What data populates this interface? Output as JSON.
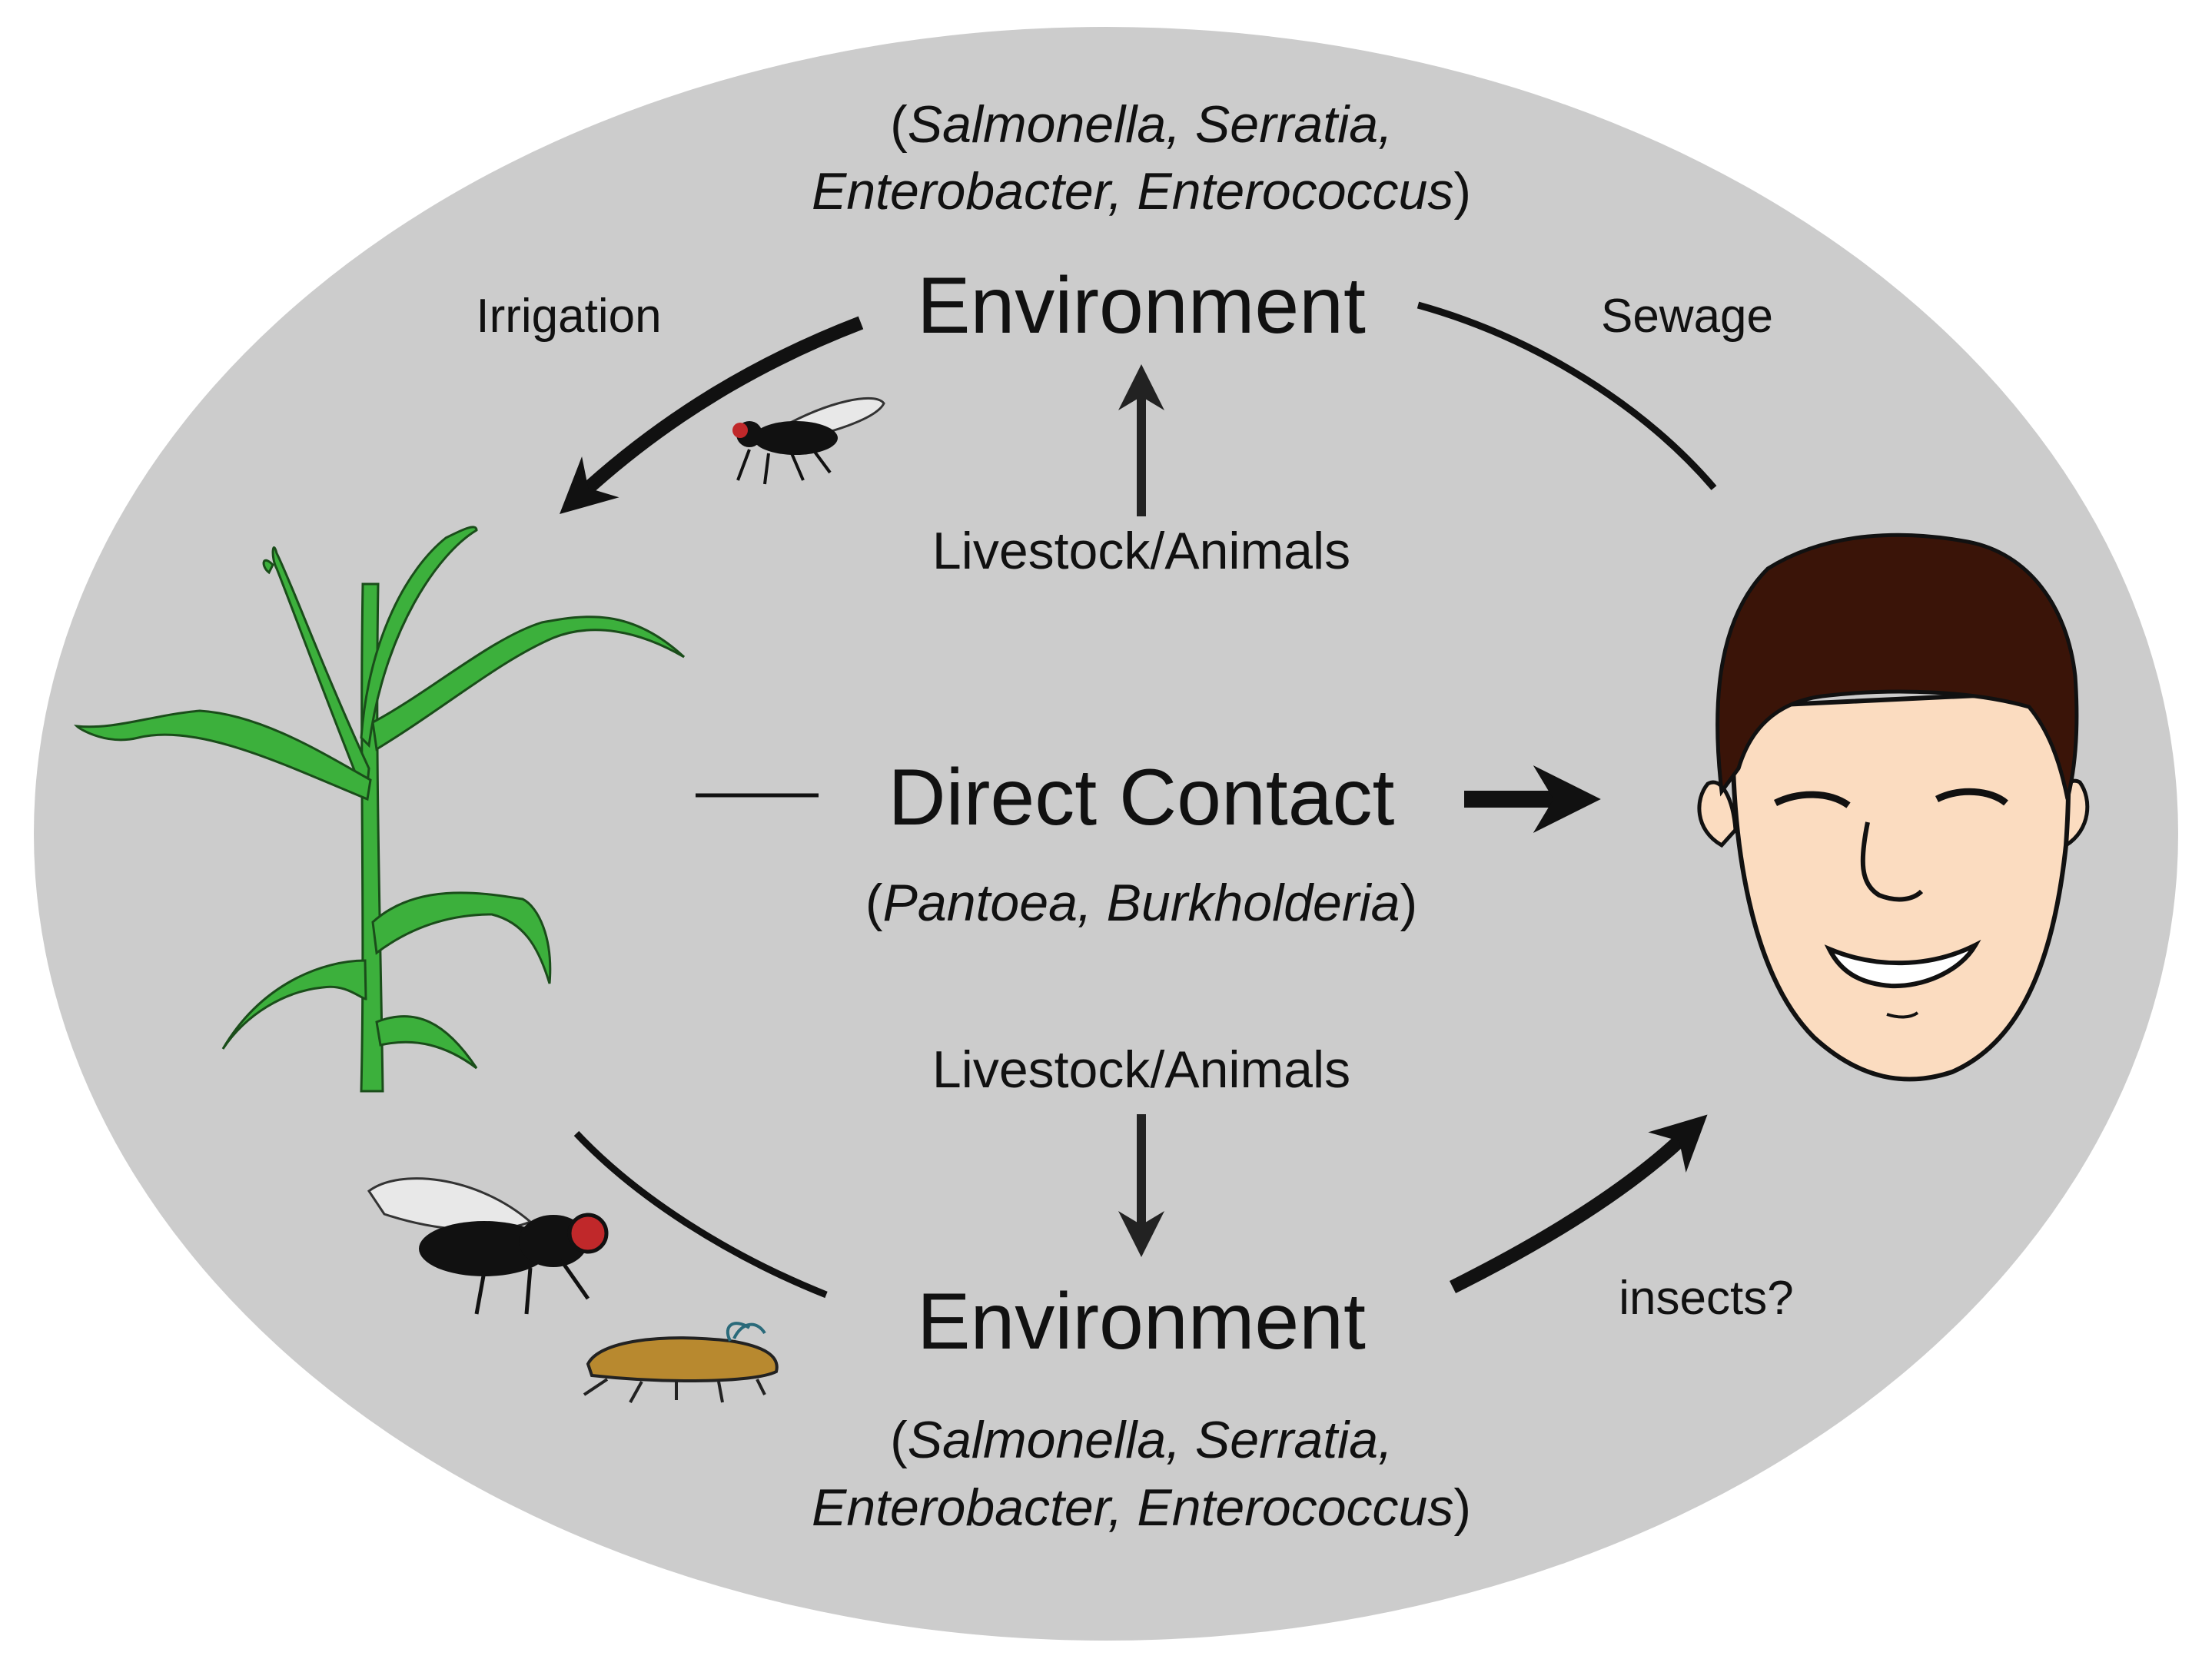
{
  "top_group": {
    "open_paren": "(",
    "line1": "Salmonella, Serratia,",
    "line2": "Enterobacter, Enterococcus",
    "close_paren": ")"
  },
  "bottom_group": {
    "open_paren": "(",
    "line1": "Salmonella, Serratia,",
    "line2": "Enterobacter, Enterococcus",
    "close_paren": ")"
  },
  "labels": {
    "environment_top": "Environment",
    "environment_bottom": "Environment",
    "irrigation": "Irrigation",
    "sewage": "Sewage",
    "livestock_top": "Livestock/Animals",
    "livestock_bottom": "Livestock/Animals",
    "direct_contact": "Direct Contact",
    "insects": "insects?"
  },
  "direct_group": {
    "open_paren": "(",
    "genera": "Pantoea, Burkholderia",
    "close_paren": ")"
  },
  "colors": {
    "background_ellipse": "#cccccc",
    "arrow": "#111111",
    "plant_green": "#3cb03c",
    "skin": "#fbdcc0",
    "hair": "#3a1408",
    "fly_eye": "#c0282a",
    "beetle_body": "#b8892f"
  },
  "icons": [
    "corn-plant-icon",
    "human-face-icon",
    "fly-icon",
    "beetle-icon"
  ]
}
